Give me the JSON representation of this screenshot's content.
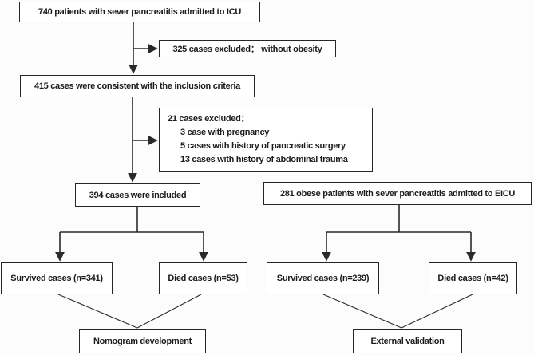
{
  "flowchart": {
    "boxes": {
      "icu": "740 patients with sever pancreatitis admitted to ICU",
      "excluded_obesity": "325 cases excluded：  without obesity",
      "inclusion": "415 cases were consistent with the inclusion criteria",
      "excluded21": {
        "title": "21 cases excluded：",
        "items": [
          "3 case with pregnancy",
          "5 cases with history of pancreatic surgery",
          "13 cases with history of abdominal trauma"
        ]
      },
      "included": "394 cases were included",
      "eicu": "281 obese patients with sever pancreatitis admitted to EICU",
      "dev_survived": "Survived cases (n=341)",
      "dev_died": "Died cases (n=53)",
      "val_survived": "Survived cases (n=239)",
      "val_died": "Died cases (n=42)",
      "nomogram": "Nomogram development",
      "external": "External validation"
    },
    "line_color": "#2a2a2a",
    "background": "#fcfcfc"
  }
}
